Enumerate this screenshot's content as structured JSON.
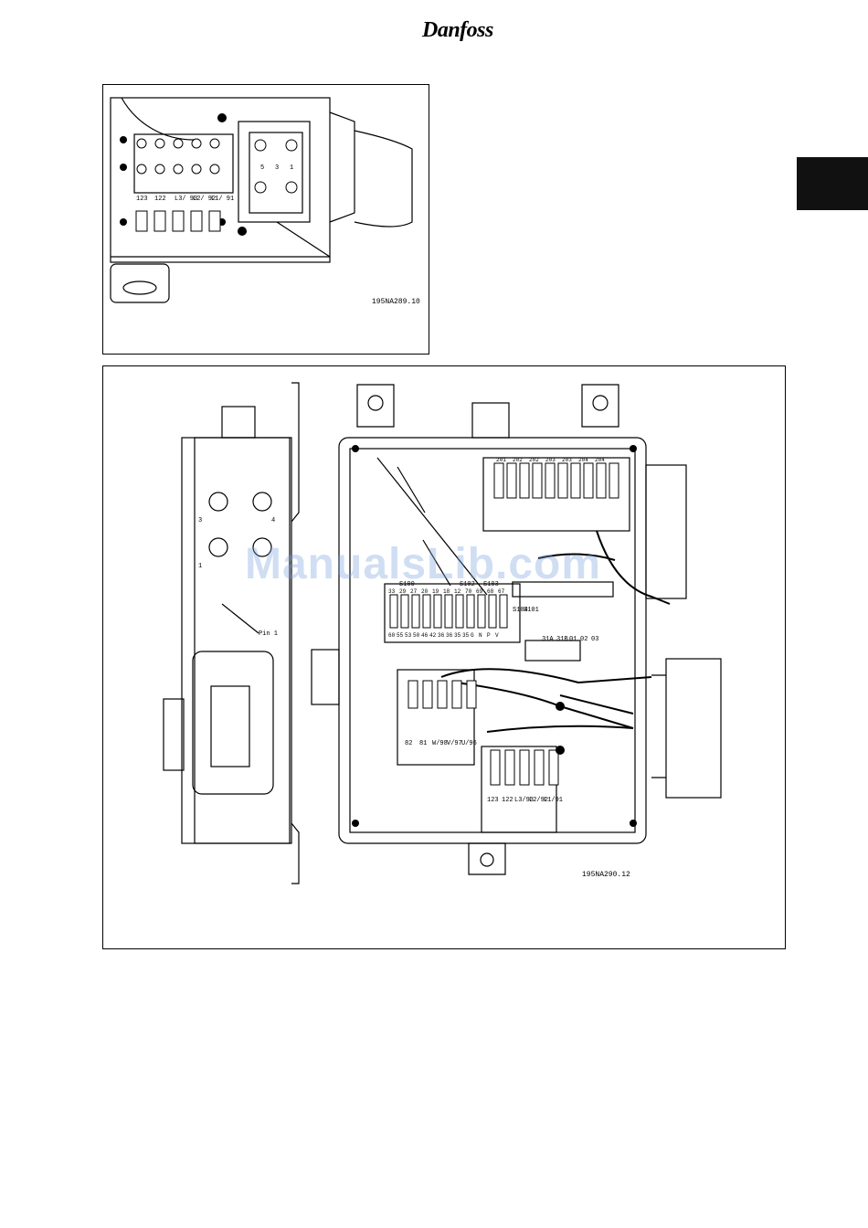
{
  "header": {
    "logo_text": "Danfoss"
  },
  "figure1": {
    "code": "195NA289.10",
    "terminal_labels": [
      "123",
      "122",
      "L3/\n93",
      "L2/\n92",
      "L1/\n91"
    ],
    "switch_labels": [
      "5",
      "3",
      "1"
    ]
  },
  "figure2": {
    "code": "195NA290.12",
    "side_labels": {
      "n1": "1",
      "n3": "3",
      "n4": "4",
      "pin": "Pin 1"
    },
    "relay_labels_top": [
      "201",
      "202",
      "202",
      "203",
      "203",
      "204",
      "204"
    ],
    "control_terminals": [
      "60",
      "55",
      "53",
      "50",
      "46",
      "42",
      "36",
      "36",
      "35",
      "35",
      "G",
      "N",
      "P",
      "V"
    ],
    "control_terminals_top": [
      "33",
      "29",
      "27",
      "20",
      "19",
      "18",
      "12",
      "70",
      "69",
      "68",
      "67"
    ],
    "switch_labels": [
      "S100",
      "S102",
      "S103",
      "S104",
      "S101"
    ],
    "brake_labels": [
      "31A",
      "31B",
      "01",
      "02",
      "03"
    ],
    "motor_terminals": [
      "82",
      "81",
      "W/98",
      "V/97",
      "U/96"
    ],
    "mains_terminals": [
      "123",
      "122",
      "L3/93",
      "L2/92",
      "L1/91"
    ]
  },
  "watermark": "ManualsLib.com"
}
